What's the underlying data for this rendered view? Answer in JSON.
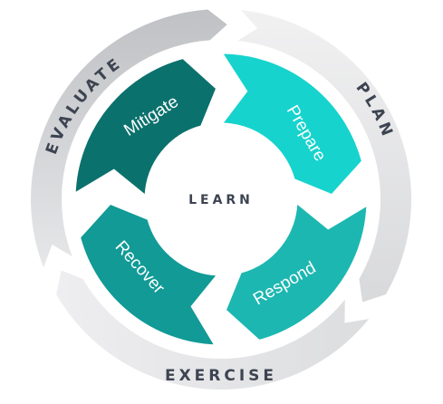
{
  "diagram": {
    "center": {
      "label": "LEARN"
    },
    "outer_stages": [
      {
        "key": "plan",
        "label": "PLAN"
      },
      {
        "key": "exercise",
        "label": "EXERCISE"
      },
      {
        "key": "evaluate",
        "label": "EVALUATE"
      }
    ],
    "inner_stages": [
      {
        "key": "prepare",
        "label": "Prepare"
      },
      {
        "key": "respond",
        "label": "Respond"
      },
      {
        "key": "recover",
        "label": "Recover"
      },
      {
        "key": "mitigate",
        "label": "Mitigate"
      }
    ],
    "colors": {
      "background": "#ffffff",
      "outer_arrow_light": "#ececed",
      "outer_arrow_dark": "#c6c7c9",
      "outer_text": "#3d4451",
      "center_text": "#3d4451",
      "prepare": "#16d3cd",
      "respond": "#1cb7b1",
      "recover": "#119a96",
      "mitigate": "#0b716d"
    }
  }
}
